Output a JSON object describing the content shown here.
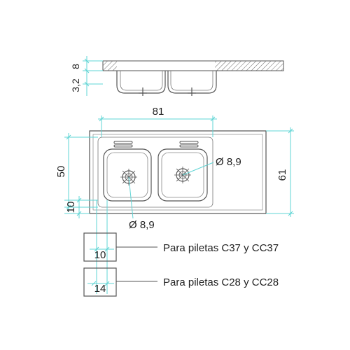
{
  "colors": {
    "outline": "#555555",
    "dimension": "#5fd4d4",
    "text": "#222222"
  },
  "dimensions": {
    "thickness": "8",
    "bowl_depth": "3,2",
    "overall_width": "81",
    "overall_depth": "61",
    "bowl_depth_front": "50",
    "front_edge": "10",
    "drain_right": "Ø 8,9",
    "drain_bottom": "Ø 8,9"
  },
  "legend": [
    {
      "value": "10",
      "label": "Para piletas C37 y CC37"
    },
    {
      "value": "14",
      "label": "Para piletas C28 y CC28"
    }
  ]
}
